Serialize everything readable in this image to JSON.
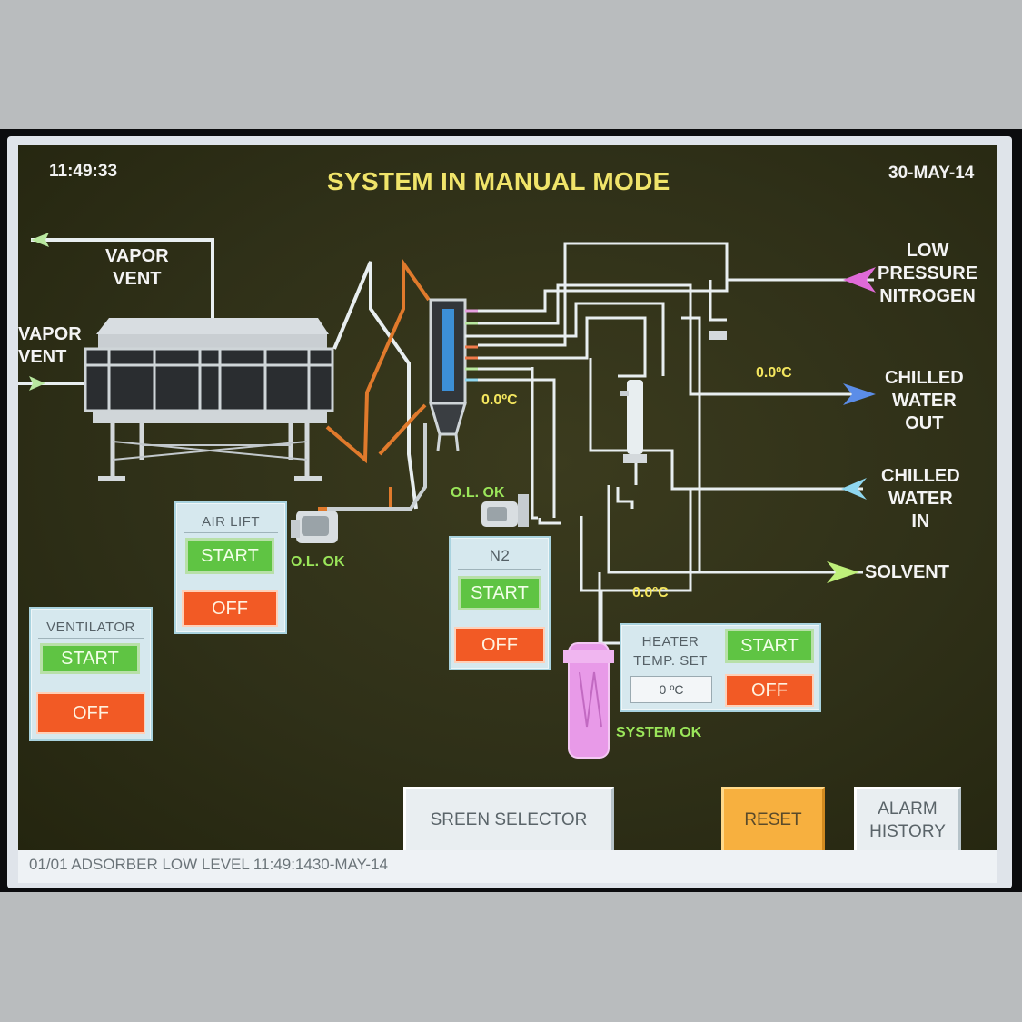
{
  "header": {
    "time": "11:49:33",
    "title": "SYSTEM IN MANUAL MODE",
    "date": "30-MAY-14"
  },
  "labels": {
    "vapor_vent_top": "VAPOR\nVENT",
    "vapor_vent_left": "VAPOR\nVENT",
    "low_pressure_nitrogen": "LOW\nPRESSURE\nNITROGEN",
    "chilled_water_out": "CHILLED\nWATER\nOUT",
    "chilled_water_in": "CHILLED\nWATER\nIN",
    "solvent": "SOLVENT"
  },
  "readings": {
    "adsorber_temp": "0.0ºC",
    "chilled_water_temp": "0.0ºC",
    "solvent_temp": "0.0ºC",
    "air_lift_status": "O.L. OK",
    "n2_status": "O.L. OK",
    "system_status": "SYSTEM OK"
  },
  "panels": {
    "air_lift": {
      "title": "AIR LIFT",
      "start": "START",
      "off": "OFF"
    },
    "ventilator": {
      "title": "VENTILATOR",
      "start": "START",
      "off": "OFF"
    },
    "n2": {
      "title": "N2",
      "start": "START",
      "off": "OFF"
    },
    "heater": {
      "title": "HEATER\nTEMP. SET",
      "value": "0 ºC",
      "start": "START",
      "off": "OFF"
    }
  },
  "buttons": {
    "screen_selector": "SREEN SELECTOR",
    "reset": "RESET",
    "alarm_history": "ALARM\nHISTORY"
  },
  "status_bar": {
    "message": "01/01 ADSORBER LOW LEVEL 11:49:1430-MAY-14"
  },
  "colors": {
    "screen_bg": "#2f3018",
    "title": "#f0e46a",
    "start_button": "#5fc443",
    "off_button": "#f25a25",
    "reset_button": "#f7b03f",
    "pipe_white": "#e8eef0",
    "pipe_orange": "#e07a2c",
    "nitrogen_arrow": "#e06ad8",
    "chilled_water_arrow": "#5b8de8",
    "chilled_in_arrow": "#8fd7f0",
    "solvent_arrow": "#bff07a",
    "tank_pink": "#e89ae8"
  }
}
